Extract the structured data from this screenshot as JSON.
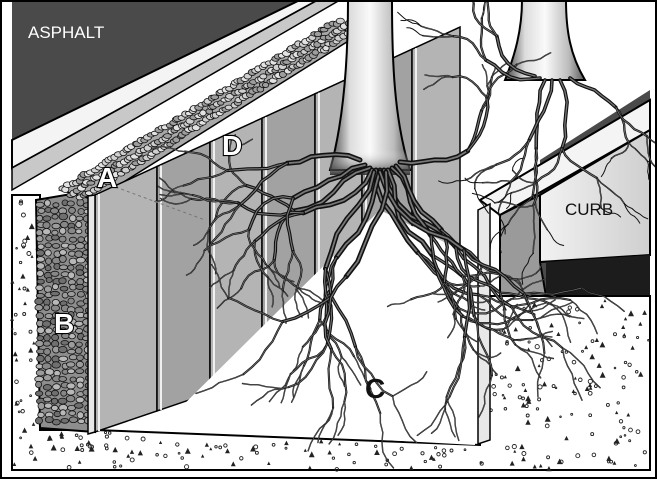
{
  "labels": {
    "asphalt": "ASPHALT",
    "curb": "CURB",
    "a": "A",
    "b": "B",
    "c": "C",
    "d": "D"
  },
  "colors": {
    "asphalt": "#4a4a4a",
    "barrier_panel": "#b4b4b4",
    "gravel": "#8e8e8e",
    "soil_dots": "#222222",
    "roots": "#111111",
    "curb_face": "#d6d6d6",
    "outline": "#000000"
  },
  "icons": {
    "tree": "tree-trunk-icon",
    "roots": "root-network-icon",
    "gravel": "gravel-texture-icon"
  }
}
